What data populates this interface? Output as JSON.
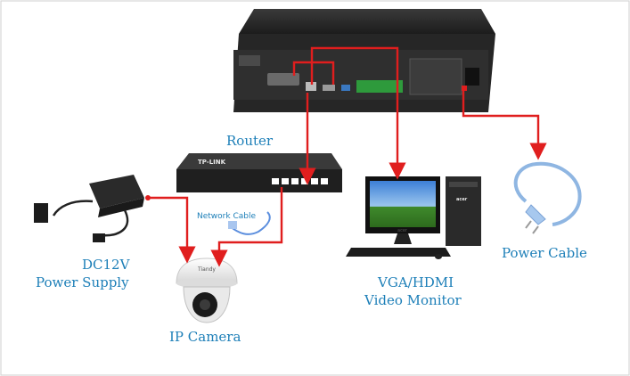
{
  "labels": {
    "router": "Router",
    "network_cable": "Network Cable",
    "power_supply_line1": "DC12V",
    "power_supply_line2": "Power Supply",
    "ip_camera": "IP Camera",
    "monitor_line1": "VGA/HDMI",
    "monitor_line2": "Video Monitor",
    "power_cable": "Power Cable"
  },
  "device_brands": {
    "router_brand": "TP-LINK",
    "camera_brand": "Tiandy",
    "monitor_brand": "acer",
    "tower_brand": "acer"
  },
  "colors": {
    "label_text": "#1d7fb8",
    "connection_line": "#e01e1e",
    "device_dark": "#2c2c2c"
  }
}
